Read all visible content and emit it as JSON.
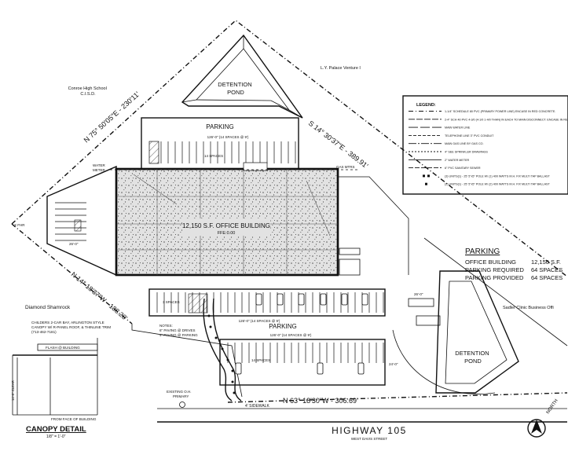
{
  "site": {
    "building_label": "12,150 S.F. OFFICE BUILDING",
    "building_sub": "FFE:0.00",
    "detention_top": "DETENTION\nPOND",
    "detention_right": "DETENTION\nPOND",
    "parking_top": "PARKING",
    "parking_bottom": "PARKING",
    "top_row_label": "126'-0\" (14 SPACES @ 9')",
    "top_row_spaces": "14 SPACES",
    "mid_row_label": "126'-0\" (14 SPACES @ 9')",
    "bottom_row_label": "126'-0\" (14 SPACES @ 9')",
    "bottom_row_spaces": "14 SPACES",
    "left_spaces": "3 SPACES",
    "neighbor_left": "Conroe High School\nC.I.S.D.",
    "neighbor_top": "L.Y. Palace Venture I",
    "neighbor_right": "Sadler Clinic Business Offi",
    "neighbor_bottom_left": "Diamond Shamrock",
    "bearing_nw": "N 75° 50'05\"E - 230'11'",
    "bearing_ne": "S 14° 30'37\"E - 389.91'",
    "bearing_sw": "N 14° 18'37\"W - 188.28'",
    "bearing_s": "N 63° 18'30\"W - 306.69'",
    "water_meter": "WATER\nMETER",
    "gas_meter": "GAS MTRS",
    "highway": "HIGHWAY 105",
    "highway_sub": "WEST DAVIS STREET",
    "sidewalk": "4' SIDEWALK",
    "existing_oh": "EXISTING O.H.\nPRIMARY",
    "north": "NORTH",
    "notes": "NOTES:\n6\" PAVING @ DRIVES\n4\" PAVING @ PARKING",
    "hydrant": "X FHR",
    "dim_1": "26'-0\"",
    "dim_2": "26'-0\"",
    "dim_3": "24'-0\""
  },
  "canopy": {
    "title": "CANOPY DETAIL",
    "scale": "1/8\" = 1'-0\"",
    "note": "CHILDERS 2-CAR BAY, ARLINGTON STYLE CANOPY W/ R-PANEL ROOF, & THINLINE TRIM (713-462-7181)",
    "flash_label": "FLASH @ BUILDING",
    "clear_label": "14'-0\" CLEAR",
    "face_label": "FROM FACE OF BUILDING"
  },
  "legend": {
    "title": "LEGEND:",
    "items": [
      "1-1/4\" SCHEDULE 80 PVC (PRIMARY POWER LINE) ENCASE IN RED CONCRETE.",
      "2-4\" SCH 40 PVC 4-3/0 (4-1/0 1-4/0 THHN) IN EACH TO MAIN DISCONNECT. ENCASE IN RED CONCRETE.",
      "MAIN WATER LINE",
      "TELEPHONE LINE 3\" PVC CONDUIT",
      "MAIN GAS LINE BY GAS CO.",
      "4\" SEE SPRINKLER DRAWINGS",
      "2\" WATER METER",
      "6\" PVC SANITARY SEWER",
      "(3) UNITS(1) - 25' 5\"x5\" POLE W/ (1) 400 WATTS M.H. FIX MULTI TAP BALLAST",
      "(2) UNITS(1) - 25' 5\"x5\" POLE W/ (2) 400 WATTS M.H. FIX MULTI TAP BALLAST"
    ]
  },
  "parking_table": {
    "title": "PARKING",
    "rows": [
      {
        "label": "OFFICE BUILDING",
        "value": "12,150 S.F."
      },
      {
        "label": "PARKING REQUIRED",
        "value": "64 SPACES"
      },
      {
        "label": "PARKING PROVIDED",
        "value": "64 SPACES"
      }
    ]
  }
}
